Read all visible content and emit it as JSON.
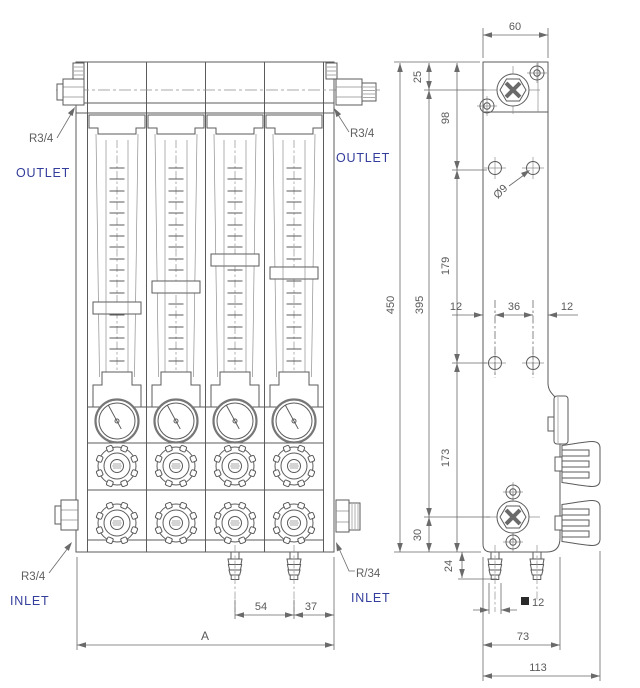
{
  "title": "Flowmeter manifold technical drawing, front and side views",
  "colors": {
    "background": "#ffffff",
    "drawing_line": "#5b5b5b",
    "dimension_line": "#6a6a6a",
    "dimension_text": "#5a5a5a",
    "port_label_text": "#5f5f5f",
    "flow_label_text": "#333d9b"
  },
  "ports": {
    "top_left": {
      "thread": "R3/4",
      "flow": "OUTLET"
    },
    "top_right": {
      "thread": "R3/4",
      "flow": "OUTLET"
    },
    "bottom_left": {
      "thread": "R3/4",
      "flow": "INLET"
    },
    "bottom_right": {
      "thread": "R/34",
      "flow": "INLET"
    }
  },
  "dimensions": {
    "front_view": {
      "inlet_spacing": "54",
      "inlet_to_edge": "37",
      "overall_width": "A"
    },
    "side_view": {
      "top_width": "60",
      "outlet_axis_offset": "25",
      "mount_hole_top": "98",
      "mount_hole_pitch": "179",
      "overall_height": "450",
      "mount_span": "395",
      "hole_edge_left": "12",
      "hole_spacing": "36",
      "hole_edge_right": "12",
      "mount_hole_dia": "Ø9",
      "lower_section": "173",
      "drain_axis_offset": "30",
      "hose_barb_length": "24",
      "hose_barb_square": "12",
      "body_depth": "73",
      "overall_depth": "113"
    }
  }
}
